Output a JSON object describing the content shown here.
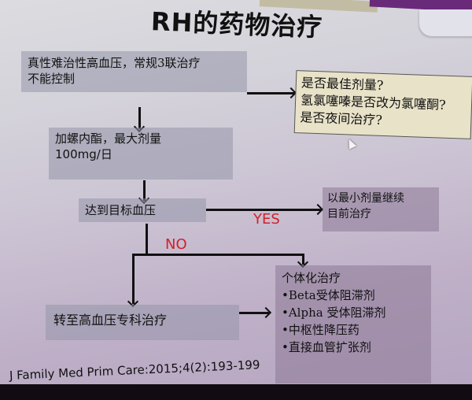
{
  "slide": {
    "title": "RH的药物治疗",
    "citation": "J Family Med Prim Care:2015;4(2):193-199"
  },
  "flowchart": {
    "nodes": {
      "start": {
        "lines": [
          "真性难治性高血压，常规3联治疗",
          "不能控制"
        ]
      },
      "check": {
        "lines": [
          "是否最佳剂量?",
          "氢氯噻嗪是否改为氯噻酮?",
          "是否夜间治疗?"
        ]
      },
      "spironolactone": {
        "lines": [
          "加螺内酯，最大剂量",
          "100mg/日"
        ]
      },
      "target_bp": {
        "lines": [
          "达到目标血压"
        ]
      },
      "continue": {
        "lines": [
          "以最小剂量继续",
          "目前治疗"
        ]
      },
      "referral": {
        "lines": [
          "转至高血压专科治疗"
        ]
      },
      "individualized": {
        "title": "个体化治疗",
        "items": [
          "•Beta受体阻滞剂",
          "•Alpha 受体阻滞剂",
          "•中枢性降压药",
          "•直接血管扩张剂"
        ]
      }
    },
    "edge_labels": {
      "yes": "YES",
      "no": "NO"
    },
    "colors": {
      "yes_no_label": "#d2202a",
      "check_box_bg": "#e8e2c8",
      "node_bg": "#9a98ac"
    }
  }
}
